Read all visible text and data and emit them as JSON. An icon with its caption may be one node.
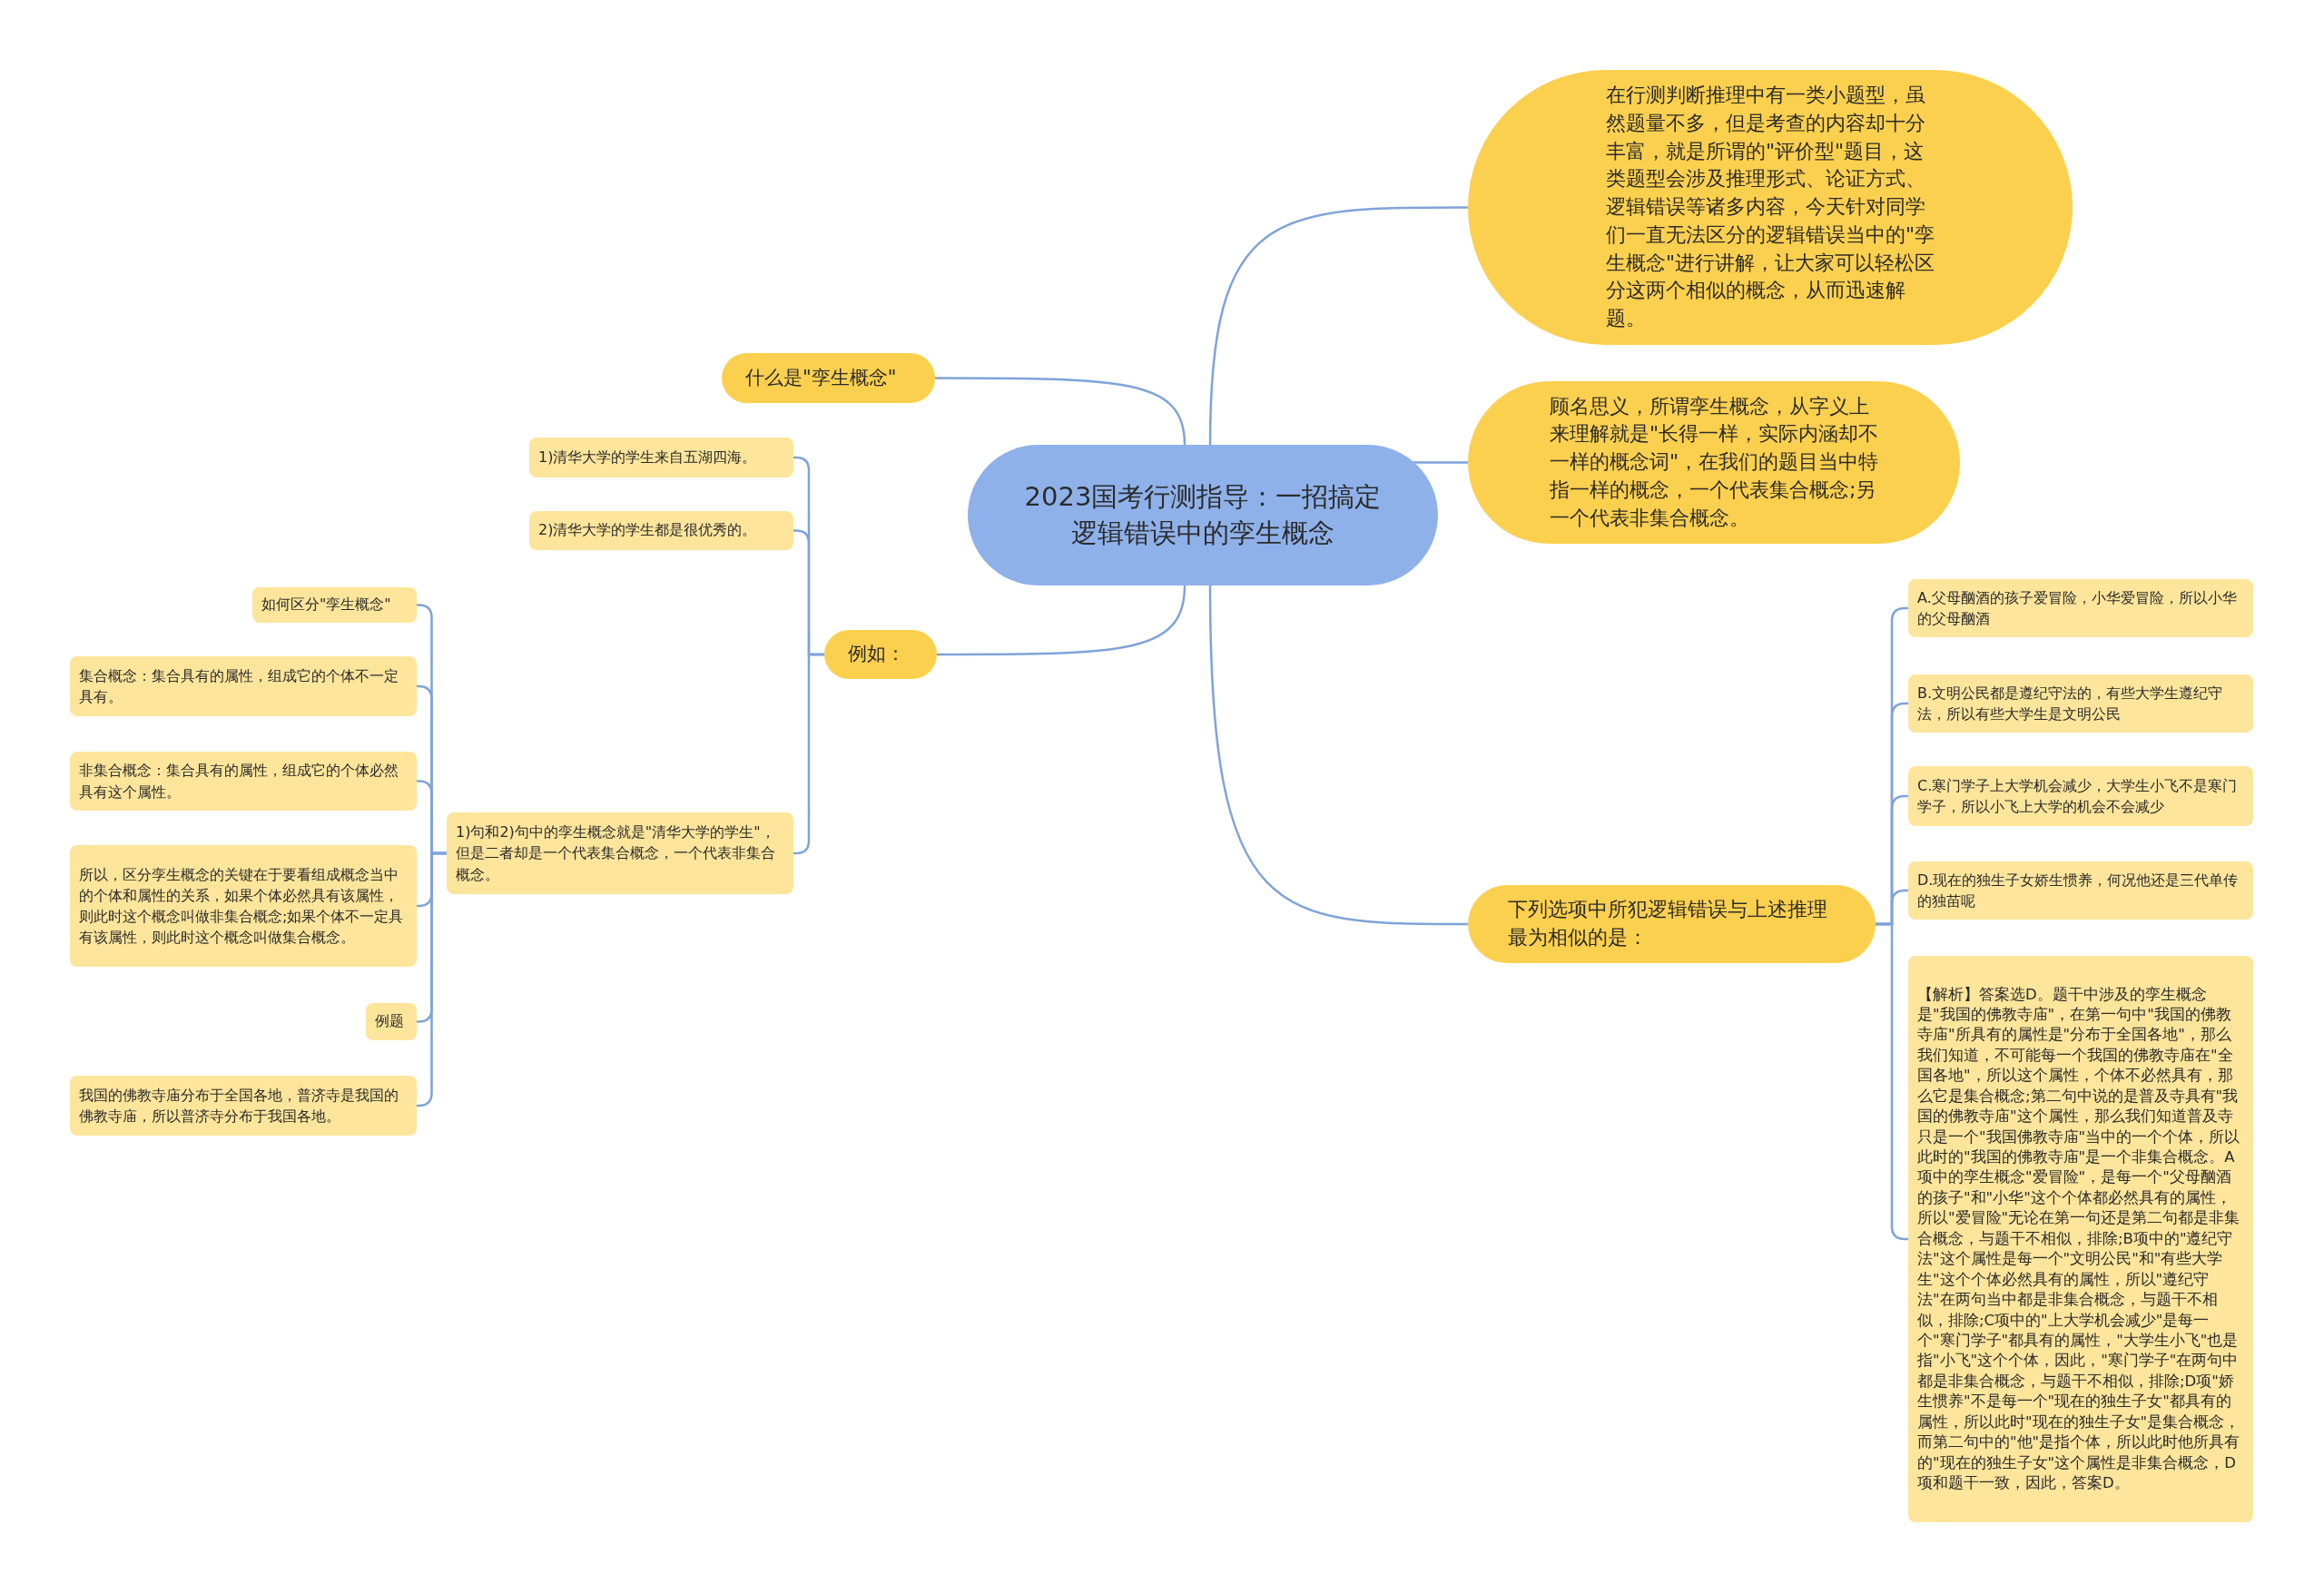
{
  "diagram": {
    "nodes": [
      {
        "text": [
          "2023国考行测指导：一招搞定逻辑错误中的孪生概念"
        ]
      },
      {
        "text": [
          "在行测判断推理中有一类小题型，虽然题量不多，但是考查的内容却十分丰富，就是所谓的\"评价型\"题目，这类题型会涉及推理形式、论证方式、逻辑错误等诸多内容，今天针对同学们一直无法区分的逻辑错误当中的\"孪生概念\"进行讲解，让大家可以轻松区分这两个相似的概念，从而迅速解题。"
        ]
      },
      {
        "text": [
          "顾名思义，所谓孪生概念，从字义上来理解就是\"长得一样，实际内涵却不一样的概念词\"，在我们的题目当中特指一样的概念，一个代表集合概念;另一个代表非集合概念。"
        ]
      },
      {
        "text": [
          "下列选项中所犯逻辑错误与上述推理最为相似的是："
        ]
      },
      {
        "text": [
          "A.父母酗酒的孩子爱冒险，小华爱冒险，所以小华的父母酗酒"
        ]
      },
      {
        "text": [
          "B.文明公民都是遵纪守法的，有些大学生遵纪守法，所以有些大学生是文明公民"
        ]
      },
      {
        "text": [
          "C.寒门学子上大学机会减少，大学生小飞不是寒门学子，所以小飞上大学的机会不会减少"
        ]
      },
      {
        "text": [
          "D.现在的独生子女娇生惯养，何况他还是三代单传的独苗呢"
        ]
      },
      {
        "text": [
          "【解析】答案选D。题干中涉及的孪生概念是\"我国的佛教寺庙\"，在第一句中\"我国的佛教寺庙\"所具有的属性是\"分布于全国各地\"，那么我们知道，不可能每一个我国的佛教寺庙在\"全国各地\"，所以这个属性，个体不必然具有，那么它是集合概念;第二句中说的是普及寺具有\"我国的佛教寺庙\"这个属性，那么我们知道普及寺只是一个\"我国佛教寺庙\"当中的一个个体，所以此时的\"我国的佛教寺庙\"是一个非集合概念。A项中的孪生概念\"爱冒险\"，是每一个\"父母酗酒的孩子\"和\"小华\"这个个体都必然具有的属性，所以\"爱冒险\"无论在第一句还是第二句都是非集合概念，与题干不相似，排除;B项中的\"遵纪守法\"这个属性是每一个\"文明公民\"和\"有些大学生\"这个个体必然具有的属性，所以\"遵纪守法\"在两句当中都是非集合概念，与题干不相似，排除;C项中的\"上大学机会减少\"是每一个\"寒门学子\"都具有的属性，\"大学生小飞\"也是指\"小飞\"这个个体，因此，\"寒门学子\"在两句中都是非集合概念，与题干不相似，排除;D项\"娇生惯养\"不是每一个\"现在的独生子女\"都具有的属性，所以此时\"现在的独生子女\"是集合概念，而第二句中的\"他\"是指个体，所以此时他所具有的\"现在的独生子女\"这个属性是非集合概念，D项和题干一致，因此，答案D。"
        ]
      },
      {
        "text": [
          "什么是\"孪生概念\""
        ]
      },
      {
        "text": [
          "例如："
        ]
      },
      {
        "text": [
          "1)清华大学的学生来自五湖四海。"
        ]
      },
      {
        "text": [
          "2)清华大学的学生都是很优秀的。"
        ]
      },
      {
        "text": [
          "1)句和2)句中的孪生概念就是\"清华大学的学生\"，但是二者却是一个代表集合概念，一个代表非集合概念。"
        ]
      },
      {
        "text": [
          "如何区分\"孪生概念\""
        ]
      },
      {
        "text": [
          "集合概念：集合具有的属性，组成它的个体不一定具有。"
        ]
      },
      {
        "text": [
          "非集合概念：集合具有的属性，组成它的个体必然具有这个属性。"
        ]
      },
      {
        "text": [
          "所以，区分孪生概念的关键在于要看组成概念当中的个体和属性的关系，如果个体必然具有该属性，则此时这个概念叫做非集合概念;如果个体不一定具有该属性，则此时这个概念叫做集合概念。"
        ]
      },
      {
        "text": [
          "例题"
        ]
      },
      {
        "text": [
          "我国的佛教寺庙分布于全国各地，普济寺是我国的佛教寺庙，所以普济寺分布于我国各地。"
        ]
      }
    ],
    "edges": [
      {
        "from": 0,
        "to": 1,
        "arrow": "none"
      },
      {
        "from": 0,
        "to": 2,
        "arrow": "none"
      },
      {
        "from": 0,
        "to": 3,
        "arrow": "none"
      },
      {
        "from": 3,
        "to": 4,
        "arrow": "none"
      },
      {
        "from": 3,
        "to": 5,
        "arrow": "none"
      },
      {
        "from": 3,
        "to": 6,
        "arrow": "none"
      },
      {
        "from": 3,
        "to": 7,
        "arrow": "none"
      },
      {
        "from": 3,
        "to": 8,
        "arrow": "none"
      },
      {
        "from": 0,
        "to": 9,
        "arrow": "none"
      },
      {
        "from": 0,
        "to": 10,
        "arrow": "none"
      },
      {
        "from": 10,
        "to": 11,
        "arrow": "none"
      },
      {
        "from": 10,
        "to": 12,
        "arrow": "none"
      },
      {
        "from": 10,
        "to": 13,
        "arrow": "none"
      },
      {
        "from": 13,
        "to": 14,
        "arrow": "none"
      },
      {
        "from": 13,
        "to": 15,
        "arrow": "none"
      },
      {
        "from": 13,
        "to": 16,
        "arrow": "none"
      },
      {
        "from": 13,
        "to": 17,
        "arrow": "none"
      },
      {
        "from": 13,
        "to": 18,
        "arrow": "none"
      },
      {
        "from": 13,
        "to": 19,
        "arrow": "none"
      }
    ]
  }
}
